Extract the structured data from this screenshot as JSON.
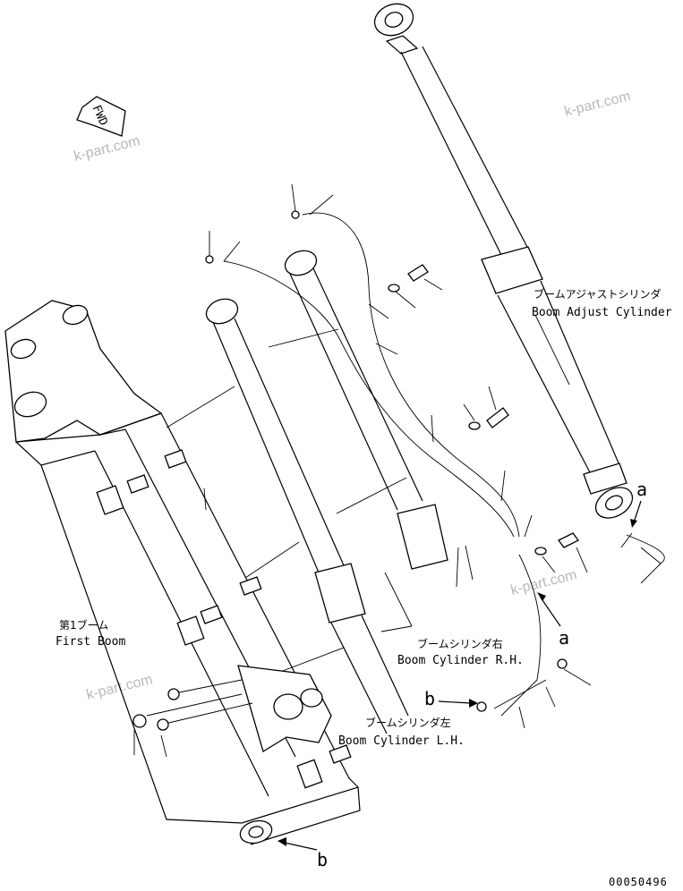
{
  "watermarks": [
    "k-part.com",
    "k-part.com",
    "k-part.com",
    "k-part.com"
  ],
  "fwd_label": "FWD",
  "labels": {
    "boom_adjust_cylinder_jp": "ブームアジャストシリンダ",
    "boom_adjust_cylinder_en": "Boom Adjust Cylinder",
    "boom_cylinder_rh_jp": "ブームシリンダ右",
    "boom_cylinder_rh_en": "Boom Cylinder R.H.",
    "boom_cylinder_lh_jp": "ブームシリンダ左",
    "boom_cylinder_lh_en": "Boom Cylinder L.H.",
    "first_boom_jp": "第1ブーム",
    "first_boom_en": "First Boom"
  },
  "ref_letters": {
    "a_top": "a",
    "a_mid": "a",
    "b_mid": "b",
    "b_bottom": "b"
  },
  "drawing_code": "00050496"
}
